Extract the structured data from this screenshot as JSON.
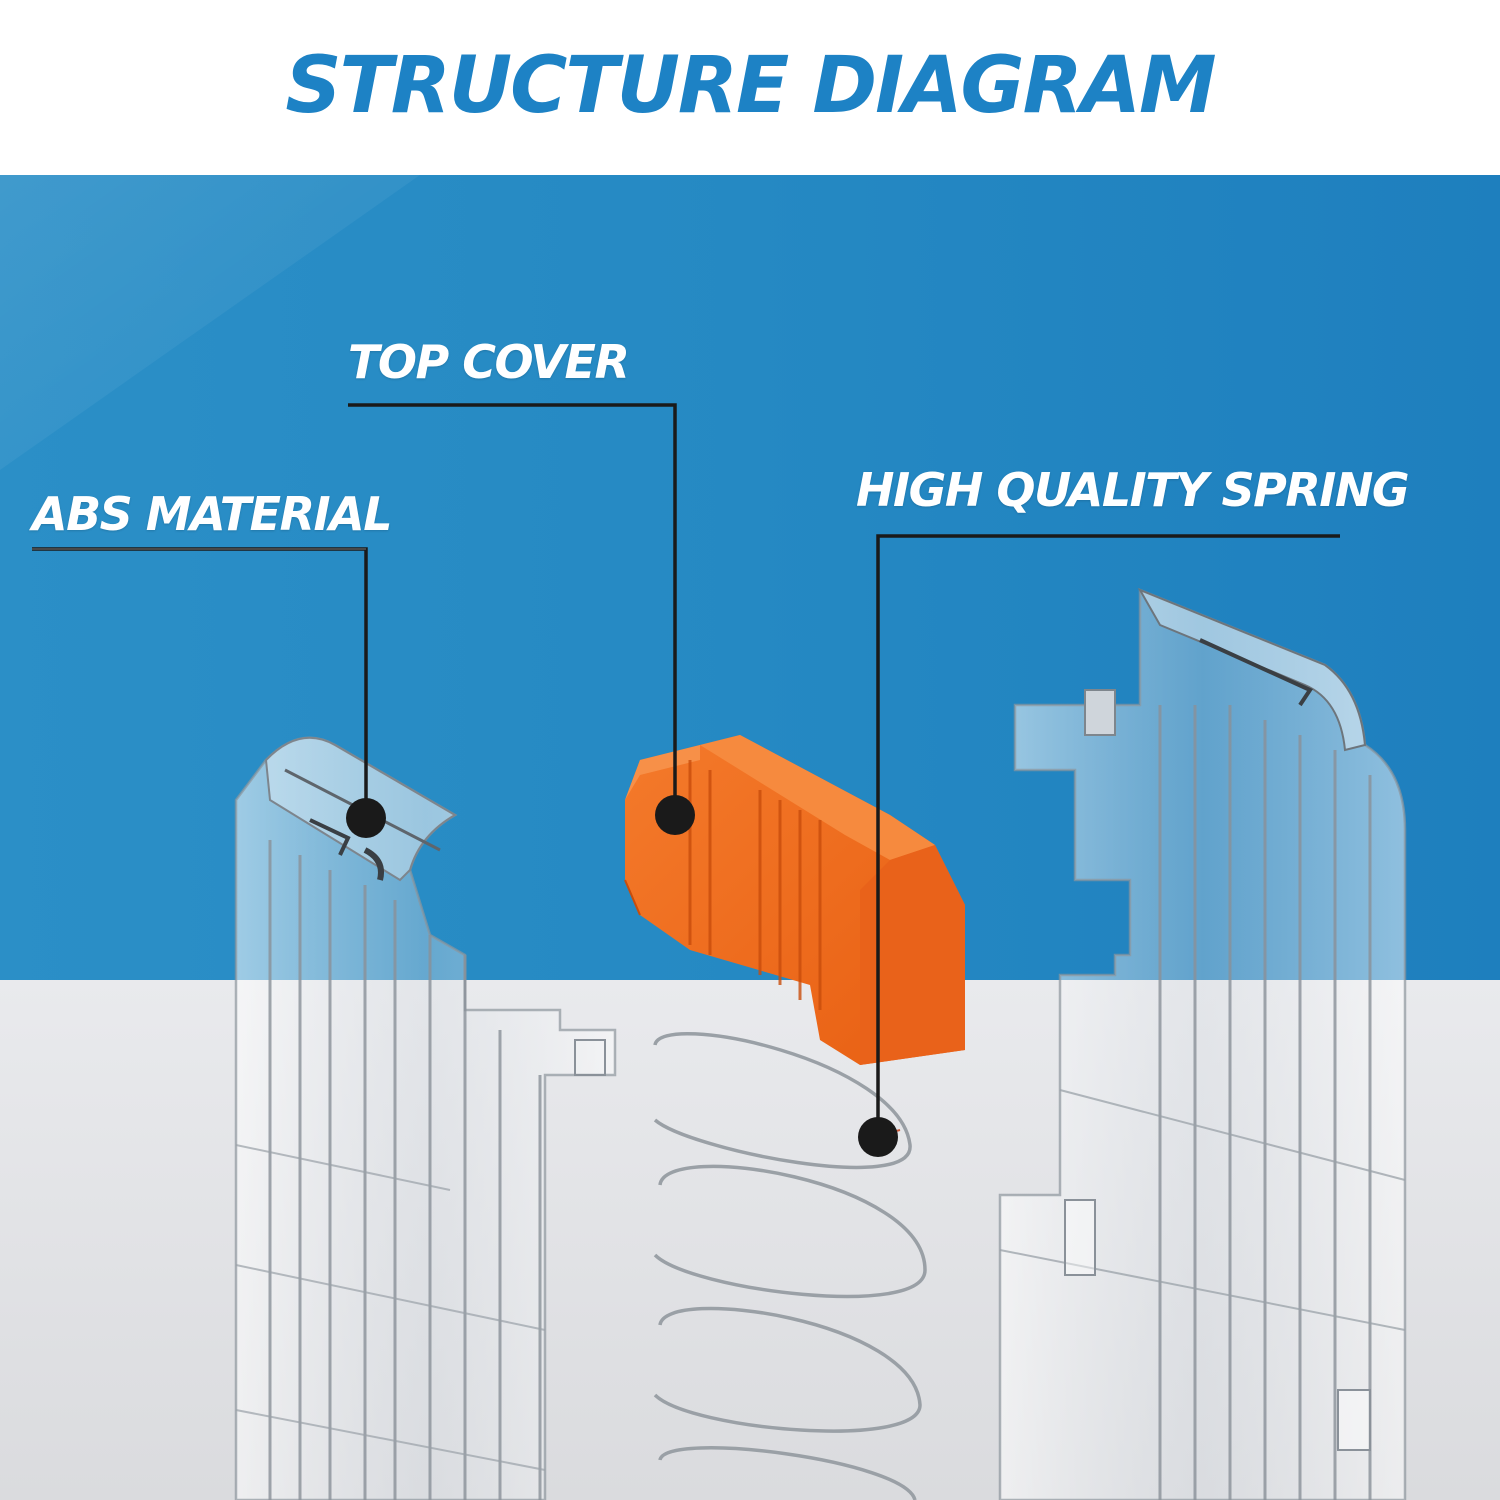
{
  "header": {
    "title": "STRUCTURE DIAGRAM"
  },
  "callouts": [
    {
      "id": "abs-material",
      "label": "ABS MATERIAL"
    },
    {
      "id": "top-cover",
      "label": "TOP COVER"
    },
    {
      "id": "spring",
      "label": "HIGH QUALITY SPRING"
    }
  ],
  "colors": {
    "title": "#1d82c5",
    "background_blue": "#2a8dc5",
    "floor": "#e6e7ea",
    "top_cover": "#f26a1d",
    "callout_line": "#1a1a1a",
    "label_text": "#ffffff"
  },
  "parts": [
    "left-magazine-shell",
    "orange-top-cover",
    "coil-spring",
    "right-magazine-shell"
  ]
}
